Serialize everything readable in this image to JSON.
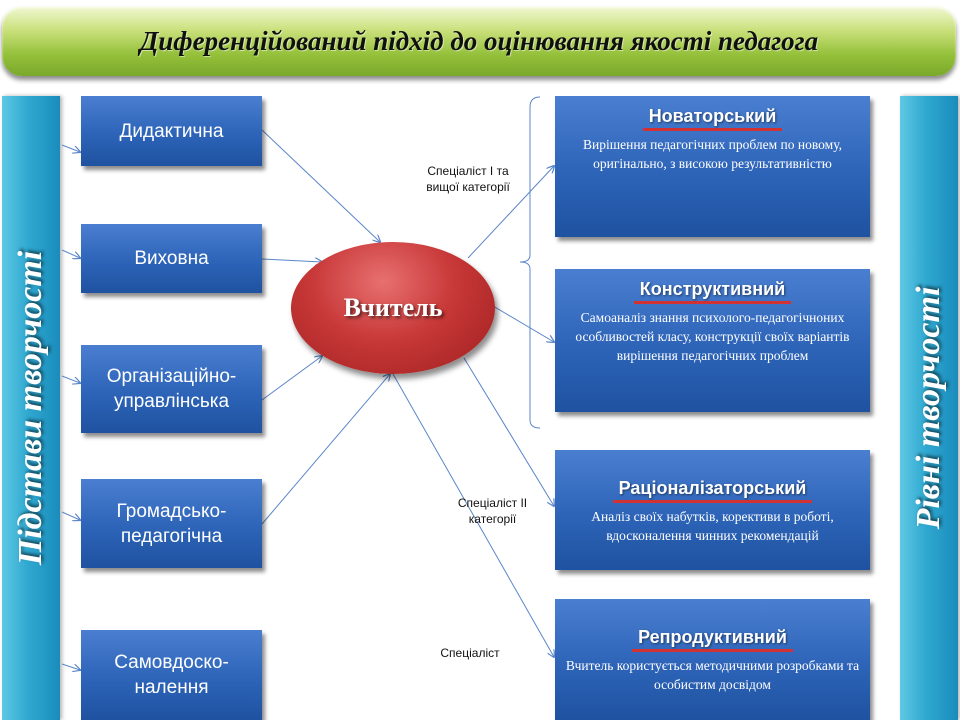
{
  "title": "Диференційований підхід до оцінювання якості педагога",
  "left_bar": "Підстави творчості",
  "right_bar": "Рівні творчості",
  "center": "Вчитель",
  "bases": [
    {
      "label": "Дидактична"
    },
    {
      "label": "Виховна"
    },
    {
      "label": "Організаційно-управлінська"
    },
    {
      "label": "Громадсько-педагогічна"
    },
    {
      "label": "Самовдоско-налення"
    }
  ],
  "levels": [
    {
      "name": "Новаторський",
      "description": "Вирішення педагогічних проблем по новому, оригінально, з високою результативністю"
    },
    {
      "name": "Конструктивний",
      "description": "Самоаналіз знання психолого-педагогічноних особливостей класу, конструкції своїх варіантів вирішення педагогічних проблем"
    },
    {
      "name": "Раціоналізаторський",
      "description": "Аналіз своїх набутків, корективи в роботі, вдосконалення чинних рекомендацій"
    },
    {
      "name": "Репродуктивний",
      "description": "Вчитель користується методичними розробками та особистим досвідом"
    }
  ],
  "categories": [
    {
      "label": "Спеціаліст І та вищої категорії"
    },
    {
      "label": "Спеціаліст ІІ категорії"
    },
    {
      "label": "Спеціаліст"
    }
  ],
  "colors": {
    "box_blue": "#2d64b8",
    "sidebar_cyan": "#2fa8d0",
    "title_green": "#94c03a",
    "teacher_red": "#c83838",
    "arrow": "#5b86c8",
    "underline": "#d23232"
  }
}
